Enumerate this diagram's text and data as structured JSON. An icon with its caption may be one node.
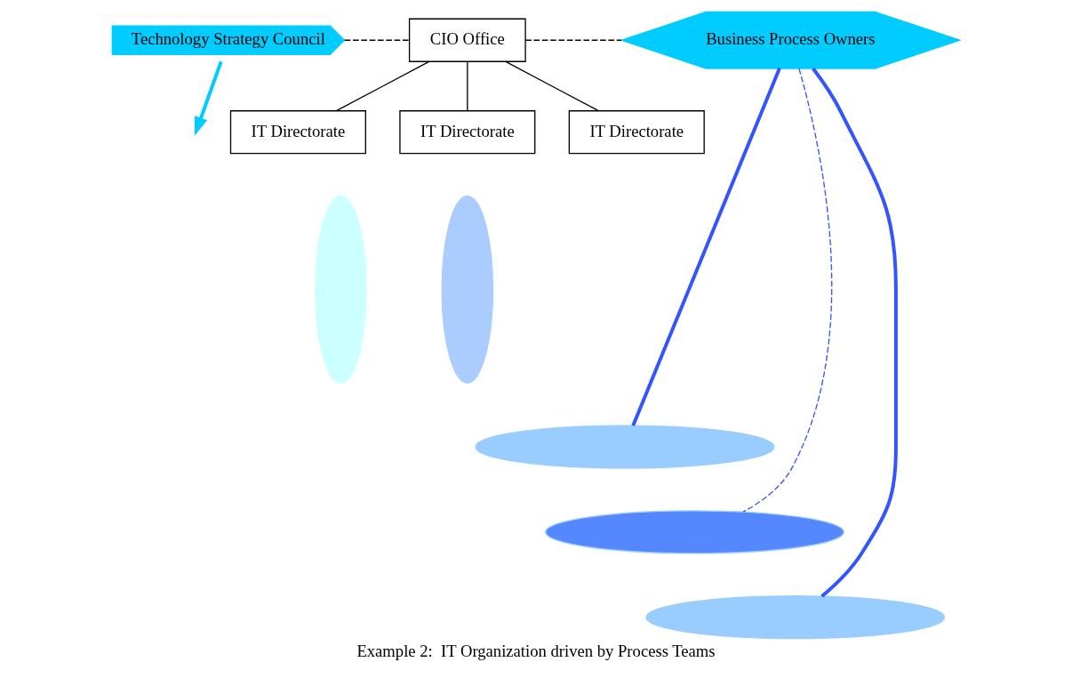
{
  "diagram": {
    "caption": "Example 2:  IT Organization driven by Process Teams",
    "nodes": [
      {
        "text": [
          "Technology Strategy Council"
        ]
      },
      {
        "text": [
          "CIO Office"
        ]
      },
      {
        "text": [
          "Business Process Owners"
        ]
      },
      {
        "text": [
          "IT Directorate"
        ]
      },
      {
        "text": [
          "IT Directorate"
        ]
      },
      {
        "text": [
          "IT Directorate"
        ]
      },
      {
        "text": [],
        "shape": "ellipse"
      },
      {
        "text": [],
        "shape": "ellipse"
      },
      {
        "text": [],
        "shape": "ellipse"
      },
      {
        "text": [],
        "shape": "ellipse"
      },
      {
        "text": [],
        "shape": "ellipse"
      }
    ],
    "edges": [
      {
        "from": 0,
        "to": null,
        "arrow": "to",
        "style": "thick",
        "color": "#00ccff"
      },
      {
        "from": 0,
        "to": 1,
        "arrow": "none",
        "style": "dashed"
      },
      {
        "from": 1,
        "to": 2,
        "arrow": "none",
        "style": "dashed"
      },
      {
        "from": 1,
        "to": 3,
        "arrow": "none"
      },
      {
        "from": 1,
        "to": 4,
        "arrow": "none"
      },
      {
        "from": 1,
        "to": 5,
        "arrow": "none"
      },
      {
        "from": 2,
        "to": 6,
        "arrow": "none",
        "style": "thick",
        "color": "#3355ff"
      },
      {
        "from": 2,
        "to": 7,
        "arrow": "none",
        "style": "dashed",
        "color": "#3355ff"
      },
      {
        "from": 2,
        "to": 8,
        "arrow": "none",
        "style": "thick",
        "color": "#3355ff"
      }
    ]
  }
}
